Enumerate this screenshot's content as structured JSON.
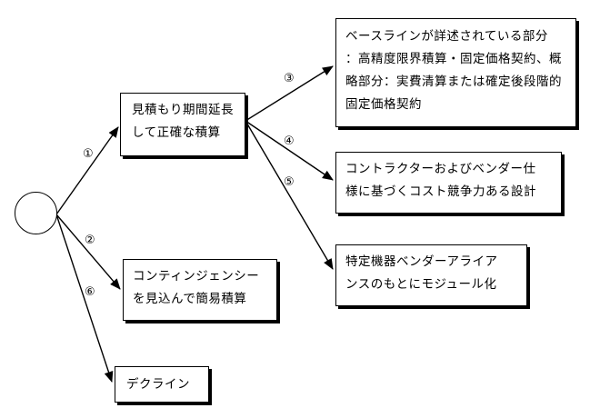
{
  "nodes": {
    "estimate_extension": {
      "lines": [
        "見積もり期間延長",
        "して正確な積算"
      ]
    },
    "baseline": {
      "lines": [
        "ベースラインが詳述されている部分",
        "：高精度限界積算・固定価格契約、概",
        "略部分：実費清算または確定後段階的",
        "固定価格契約"
      ]
    },
    "contractor_vendor": {
      "lines": [
        "コントラクターおよびベンダー仕",
        "様に基づくコスト競争力ある設計"
      ]
    },
    "vendor_alliance": {
      "lines": [
        "特定機器ベンダーアライア",
        "ンスのもとにモジュール化"
      ]
    },
    "contingency": {
      "lines": [
        "コンティンジェンシー",
        "を見込んで簡易積算"
      ]
    },
    "decline": {
      "lines": [
        "デクライン"
      ]
    }
  },
  "edge_labels": [
    "①",
    "②",
    "③",
    "④",
    "⑤",
    "⑥"
  ],
  "colors": {
    "stroke": "#000000",
    "background": "#ffffff"
  }
}
